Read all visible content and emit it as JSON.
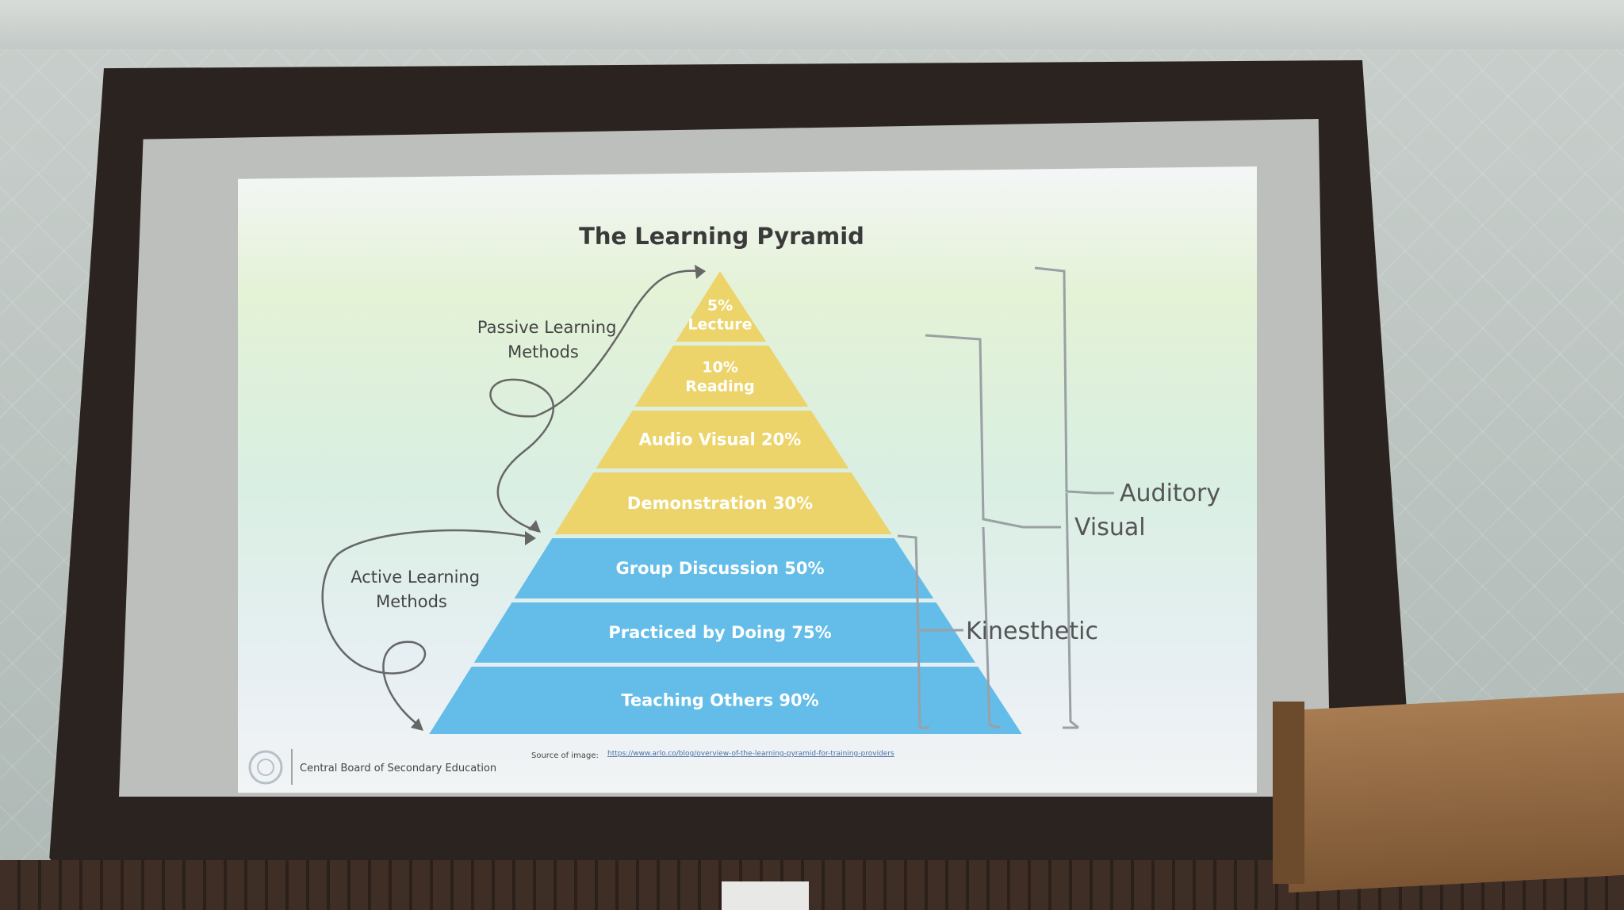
{
  "slide": {
    "title": "The Learning Pyramid",
    "passive_label": "Passive Learning\nMethods",
    "active_label": "Active Learning\nMethods",
    "footer_org": "Central Board of Secondary Education",
    "source_prefix": "Source of image:",
    "source_url": "https://www.arlo.co/blog/overview-of-the-learning-pyramid-for-training-providers"
  },
  "pyramid": {
    "layers": [
      {
        "label": "5%\nLecture",
        "color": "#ecd46a"
      },
      {
        "label": "10%\nReading",
        "color": "#ecd46a"
      },
      {
        "label": "Audio Visual 20%",
        "color": "#ecd46a"
      },
      {
        "label": "Demonstration 30%",
        "color": "#ecd46a"
      },
      {
        "label": "Group Discussion 50%",
        "color": "#63bde8"
      },
      {
        "label": "Practiced by Doing 75%",
        "color": "#63bde8"
      },
      {
        "label": "Teaching Others 90%",
        "color": "#63bde8"
      }
    ]
  },
  "brackets": {
    "auditory": "Auditory",
    "visual": "Visual",
    "kinesthetic": "Kinesthetic"
  },
  "colors": {
    "passive": "#ecd46a",
    "active": "#63bde8",
    "bracket": "#9aa0a3",
    "text": "#333333"
  }
}
